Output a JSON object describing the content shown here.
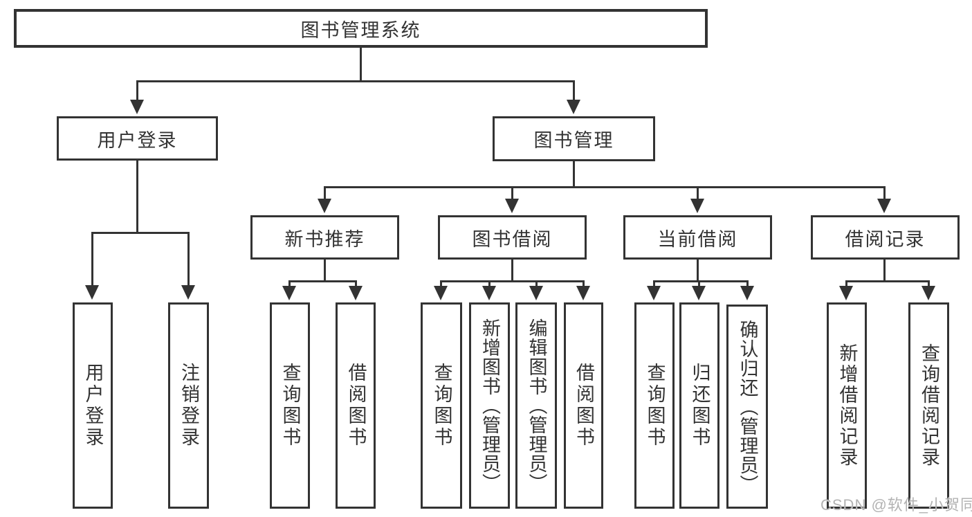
{
  "diagram": {
    "title": "图书管理系统",
    "root": {
      "label": "图书管理系统"
    },
    "branches": [
      {
        "label": "用户登录",
        "children": [
          {
            "label": "用户登录"
          },
          {
            "label": "注销登录"
          }
        ]
      },
      {
        "label": "图书管理",
        "children": [
          {
            "label": "新书推荐",
            "children": [
              {
                "label": "查询图书"
              },
              {
                "label": "借阅图书"
              }
            ]
          },
          {
            "label": "图书借阅",
            "children": [
              {
                "label": "查询图书"
              },
              {
                "label": "新增图书（管理员）"
              },
              {
                "label": "编辑图书（管理员）"
              },
              {
                "label": "借阅图书"
              }
            ]
          },
          {
            "label": "当前借阅",
            "children": [
              {
                "label": "查询图书"
              },
              {
                "label": "归还图书"
              },
              {
                "label": "确认归还（管理员）"
              }
            ]
          },
          {
            "label": "借阅记录",
            "children": [
              {
                "label": "新增借阅记录"
              },
              {
                "label": "查询借阅记录"
              }
            ]
          }
        ]
      }
    ]
  },
  "watermark": {
    "text": "CSDN @软件_小贺同学"
  },
  "colors": {
    "line": "#333333",
    "text": "#333333",
    "box-bg": "#ffffff",
    "page-bg": "#ffffff",
    "watermark": "#b3b3b3"
  }
}
